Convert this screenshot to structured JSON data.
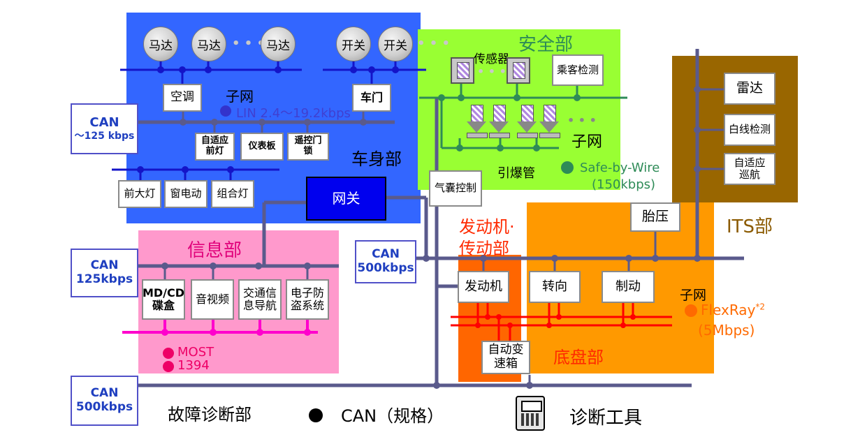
{
  "regions": {
    "body": "车身部",
    "safety": "安全部",
    "its": "ITS部",
    "info": "信息部",
    "powertrain_line1": "发动机·",
    "powertrain_line2": "传动部",
    "chassis": "底盘部",
    "diagnosis": "故障诊断部"
  },
  "body_nodes": {
    "motor1": "马达",
    "motor2": "马达",
    "motor3": "马达",
    "switch1": "开关",
    "switch2": "开关",
    "ac": "空调",
    "door": "车门",
    "adaptive_headlamp_1": "自适应",
    "adaptive_headlamp_2": "前灯",
    "dashboard": "仪表板",
    "remote_lock_1": "遥控门",
    "remote_lock_2": "锁",
    "headlight": "前大灯",
    "power_window": "窗电动",
    "combo_lamp": "组合灯",
    "subnet": "子网",
    "lin": "LIN 2.4～19.2kbps",
    "gateway": "网关"
  },
  "safety_nodes": {
    "sensor": "传感器",
    "passenger_detect": "乘客检测",
    "subnet": "子网",
    "detonator": "引爆管",
    "safe_by_wire_1": "Safe-by-Wire",
    "safe_by_wire_2": "(150kbps)",
    "airbag_control": "气囊控制"
  },
  "its_nodes": {
    "radar": "雷达",
    "lane_detect": "白线检测",
    "acc_1": "自适应",
    "acc_2": "巡航"
  },
  "info_nodes": {
    "md_cd_1": "MD/CD",
    "md_cd_2": "碟盒",
    "audio_video": "音视频",
    "nav_1": "交通信",
    "nav_2": "息导航",
    "anti_theft_1": "电子防",
    "anti_theft_2": "盗系统",
    "most": "MOST",
    "ieee1394": "1394"
  },
  "chassis_nodes": {
    "engine": "发动机",
    "steering": "转向",
    "brake": "制动",
    "tire_pressure": "胎压",
    "auto_trans_1": "自动变",
    "auto_trans_2": "速箱",
    "subnet": "子网",
    "flexray": "FlexRay",
    "flexray_note": "*2",
    "flexray_speed": "(5Mbps)"
  },
  "can_labels": {
    "body_1": "CAN",
    "body_2": "～125 kbps",
    "info_1": "CAN",
    "info_2": "125kbps",
    "powertrain_1": "CAN",
    "powertrain_2": "500kbps",
    "diag_1": "CAN",
    "diag_2": "500kbps"
  },
  "legend": {
    "can_std": "CAN（规格）",
    "diag_tool": "诊断工具"
  },
  "dots": "• • •",
  "colors": {
    "body_bg": "#3366ff",
    "safety_bg": "#99ff33",
    "its_bg": "#996600",
    "info_bg": "#ff99cc",
    "chassis_bg": "#ff9900",
    "powertrain_bg": "#ff6600",
    "bus": "#5a5a8c",
    "lin_bus": "#1414c8",
    "safety_bus": "#2e8b57",
    "most_bus": "#ff00cc",
    "flexray_bus": "#ff0000"
  }
}
